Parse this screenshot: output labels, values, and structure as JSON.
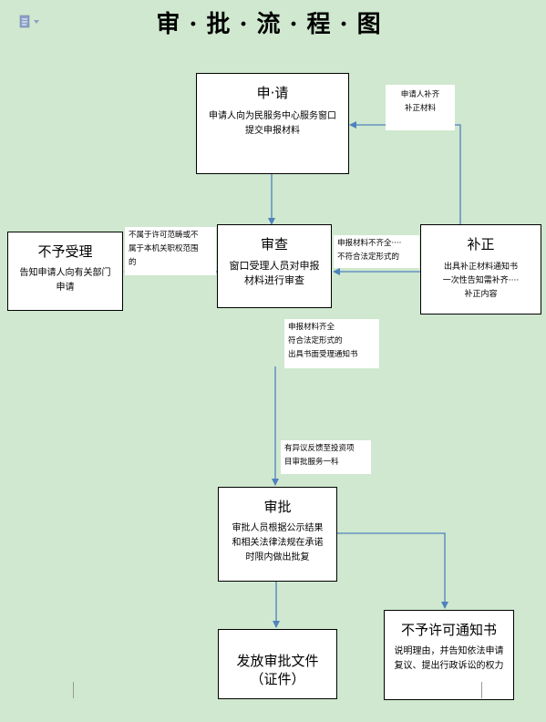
{
  "title": "审·批·流·程·图",
  "boxes": {
    "apply": {
      "heading": "申·请",
      "text": "申请人向为民服务中心服务窗口提交申报材料"
    },
    "review": {
      "heading": "审查",
      "text": "窗口受理人员对申报材料进行审查"
    },
    "reject": {
      "heading": "不予受理",
      "text": "告知申请人向有关部门申请"
    },
    "correct": {
      "heading": "补正",
      "text_lines": [
        "出具补正材料通知书",
        "一次性告知需补齐····",
        "补正内容"
      ]
    },
    "approve": {
      "heading": "审批",
      "text": "审批人员根据公示结果和相关法律法规在承诺时限内做出批复"
    },
    "issue": {
      "heading": "发放审批文件（证件）"
    },
    "deny_notice": {
      "heading": "不予许可通知书",
      "text": "说明理由，并告知依法申请复议、提出行政诉讼的权力"
    }
  },
  "notes": {
    "resubmit": [
      "申请人补齐",
      "补正材料"
    ],
    "out_of_scope": [
      "不属于许可范畴或不",
      "属于本机关职权范围",
      "的"
    ],
    "incomplete": [
      "申报材料不齐全····",
      "不符合法定形式的"
    ],
    "complete": [
      "申报材料齐全",
      "符合法定形式的",
      "出具书面受理通知书"
    ],
    "objection": [
      "有异议反馈至投资项",
      "目审批服务一科"
    ]
  }
}
